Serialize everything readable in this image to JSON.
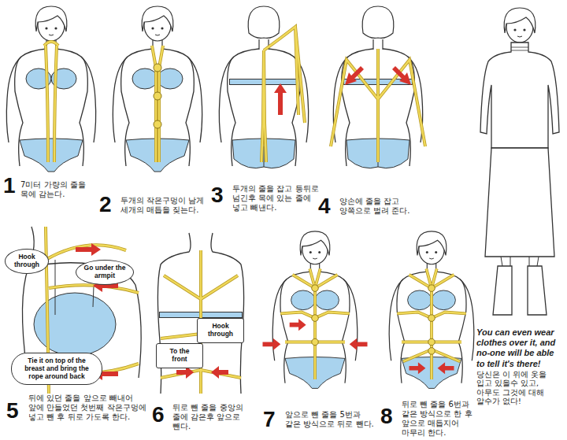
{
  "diagram": {
    "nodes": [
      {
        "text": [
          "Hook through"
        ]
      },
      {
        "text": [
          "Go under the armpit"
        ]
      },
      {
        "text": [
          "Tie it on top of the breast and bring the rope around back"
        ]
      },
      {
        "text": [
          "Hook through"
        ]
      },
      {
        "text": [
          "To the front"
        ]
      }
    ],
    "labels": [
      "1",
      "7미터 가량의 줄을 목에 감는다.",
      "2",
      "두개의 작은구멍이 남게 세개의 매듭을 짖는다.",
      "3",
      "두개의 줄을 잡고 등뒤로 넘긴후 목에 있는 줄에 넣고 빼낸다.",
      "4",
      "양손에 줄을 잡고 양쪽으로 벌려 준다.",
      "5",
      "뒤에 있던 줄을 앞으로 빼내어 앞에 만들었던 첫번째 작은구멍에 넣고 뺀 후 뒤로 가도록 한다.",
      "6",
      "뒤로 뺀 줄을 중앙의 줄에 감은후 앞으로 뺀다.",
      "7",
      "앞으로 뺀 줄을 5번과 같은 방식으로 뒤로 뺀다.",
      "8",
      "뒤로 뺀 줄을 6번과 같은 방식으로 한 후 앞으로 매듭지어 마무리 한다.",
      "You can even wear clothes over it, and no-one will be able to tell it's there!",
      "당신은 이 위에 옷을 입고 있을수 있고, 아무도 그것에 대해 알수가 없다!"
    ]
  }
}
